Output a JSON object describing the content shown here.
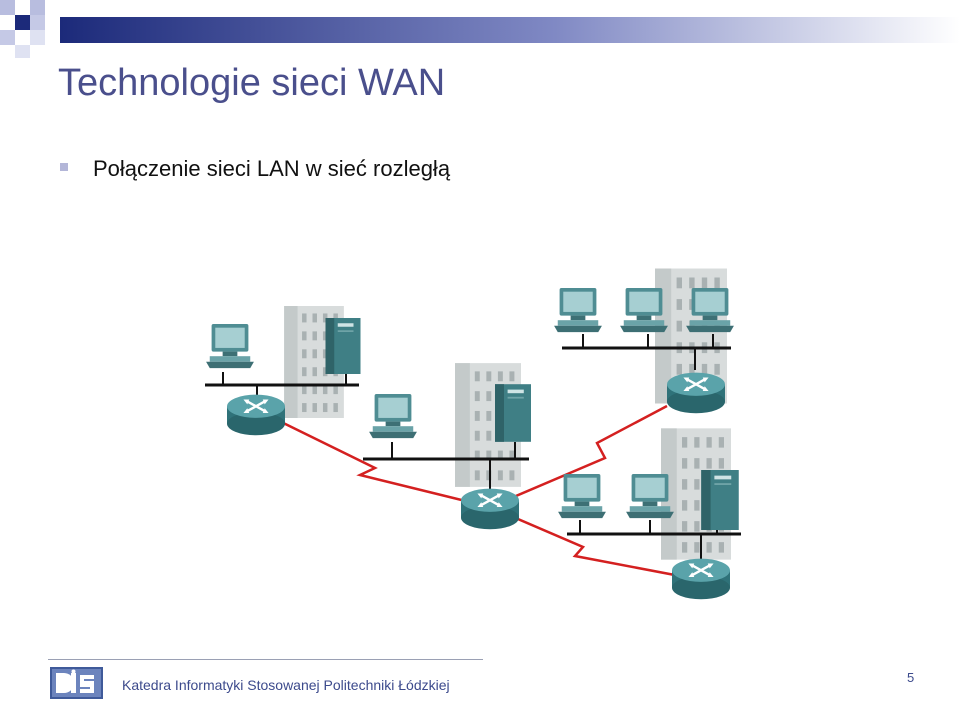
{
  "slide": {
    "title": "Technologie sieci WAN",
    "bullet": "Połączenie sieci LAN w sieć rozległą",
    "footer": "Katedra Informatyki Stosowanej Politechniki Łódzkiej",
    "page_number": "5"
  },
  "colors": {
    "title": "#4a4f8c",
    "wan_link": "#d42020",
    "router": "#3d8f97",
    "lan_bus": "#111111",
    "header_gradient_start": "#1c2a7a",
    "header_gradient_end": "#ffffff"
  },
  "diagram": {
    "lans": 4,
    "routers": 4,
    "wan_links": 3
  }
}
